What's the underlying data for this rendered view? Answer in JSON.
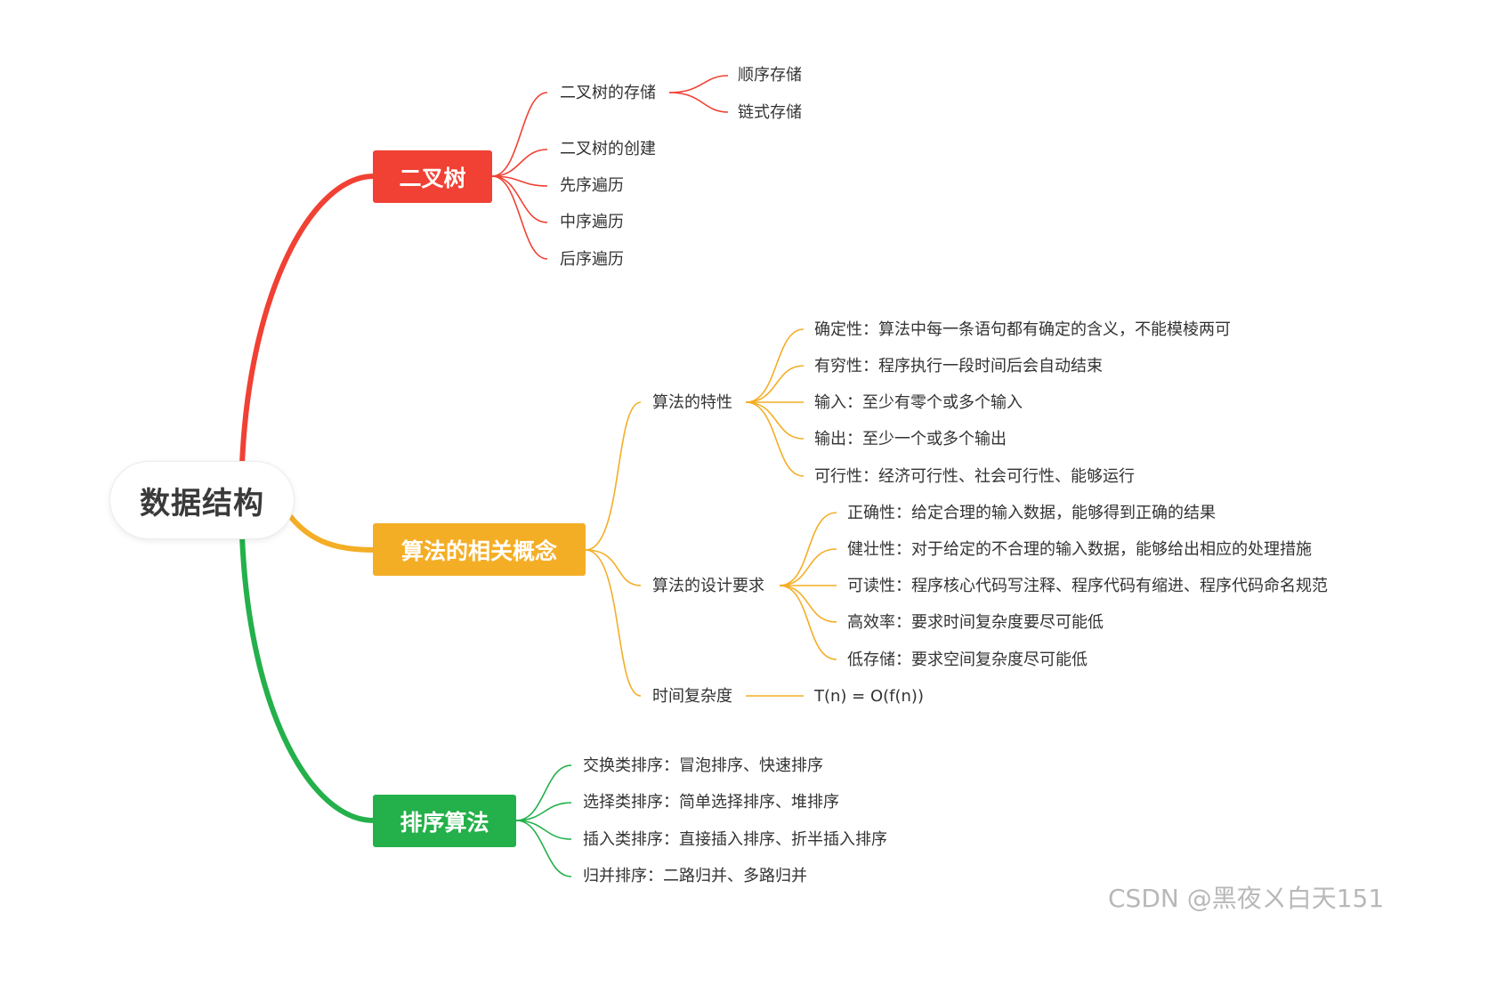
{
  "root": {
    "label": "数据结构"
  },
  "colors": {
    "tree": "#f04134",
    "algo": "#f4ae26",
    "sort": "#24b04a"
  },
  "branches": {
    "tree": {
      "label": "二叉树",
      "children": [
        {
          "label": "二叉树的存储",
          "children": [
            {
              "label": "顺序存储"
            },
            {
              "label": "链式存储"
            }
          ]
        },
        {
          "label": "二叉树的创建"
        },
        {
          "label": "先序遍历"
        },
        {
          "label": "中序遍历"
        },
        {
          "label": "后序遍历"
        }
      ]
    },
    "algo": {
      "label": "算法的相关概念",
      "children": [
        {
          "label": "算法的特性",
          "children": [
            {
              "label": "确定性：算法中每一条语句都有确定的含义，不能模棱两可"
            },
            {
              "label": "有穷性：程序执行一段时间后会自动结束"
            },
            {
              "label": "输入：至少有零个或多个输入"
            },
            {
              "label": "输出：至少一个或多个输出"
            },
            {
              "label": "可行性：经济可行性、社会可行性、能够运行"
            }
          ]
        },
        {
          "label": "算法的设计要求",
          "children": [
            {
              "label": "正确性：给定合理的输入数据，能够得到正确的结果"
            },
            {
              "label": "健壮性：对于给定的不合理的输入数据，能够给出相应的处理措施"
            },
            {
              "label": "可读性：程序核心代码写注释、程序代码有缩进、程序代码命名规范"
            },
            {
              "label": "高效率：要求时间复杂度要尽可能低"
            },
            {
              "label": "低存储：要求空间复杂度尽可能低"
            }
          ]
        },
        {
          "label": "时间复杂度",
          "children": [
            {
              "label": "T(n) = O(f(n))"
            }
          ]
        }
      ]
    },
    "sort": {
      "label": "排序算法",
      "children": [
        {
          "label": "交换类排序：冒泡排序、快速排序"
        },
        {
          "label": "选择类排序：简单选择排序、堆排序"
        },
        {
          "label": "插入类排序：直接插入排序、折半插入排序"
        },
        {
          "label": "归并排序：二路归并、多路归并"
        }
      ]
    }
  },
  "watermark": "CSDN @黑夜ㄨ白天151"
}
